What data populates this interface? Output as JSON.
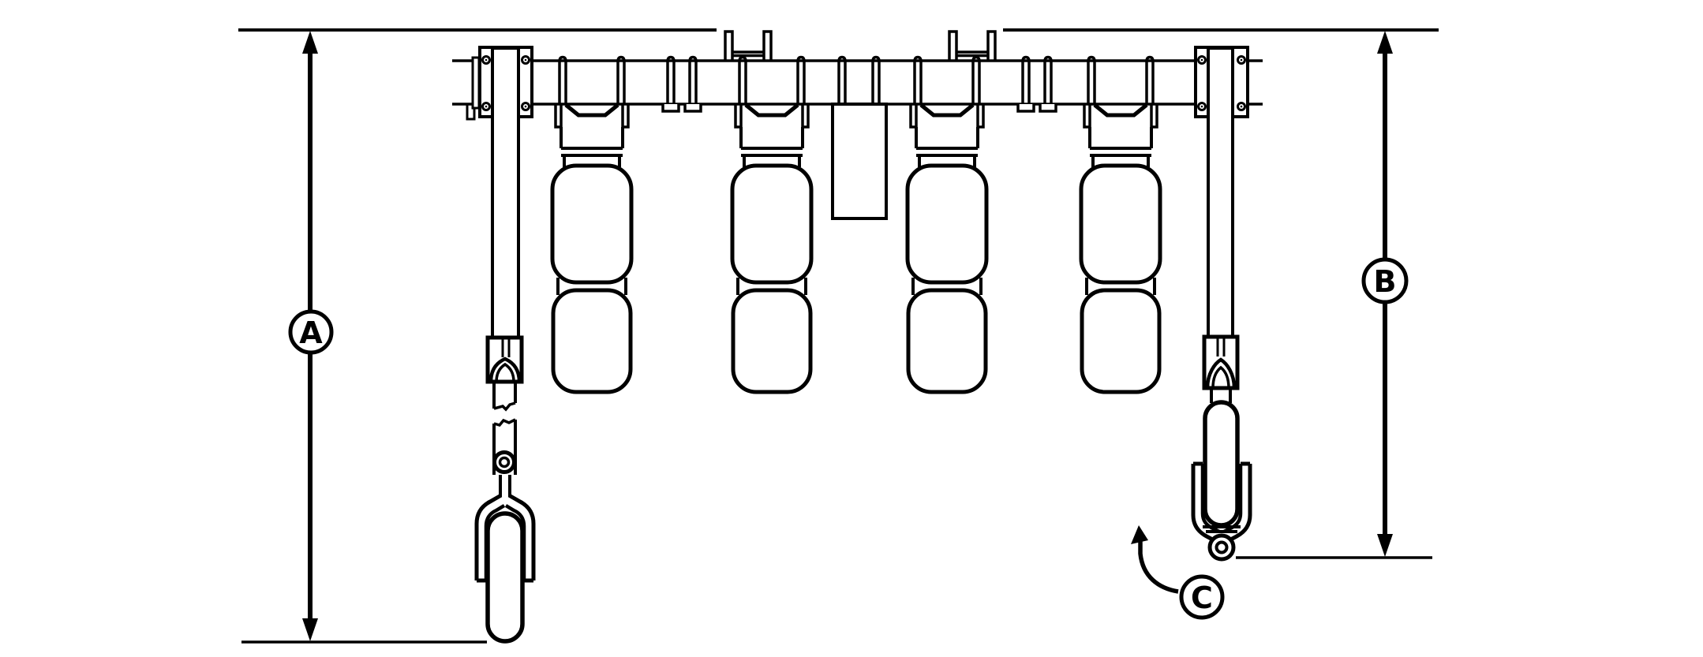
{
  "figure": {
    "labels": {
      "dim_a": "A",
      "dim_b": "B",
      "dim_c": "C"
    },
    "colors": {
      "line": "#000000",
      "background": "#ffffff"
    }
  }
}
